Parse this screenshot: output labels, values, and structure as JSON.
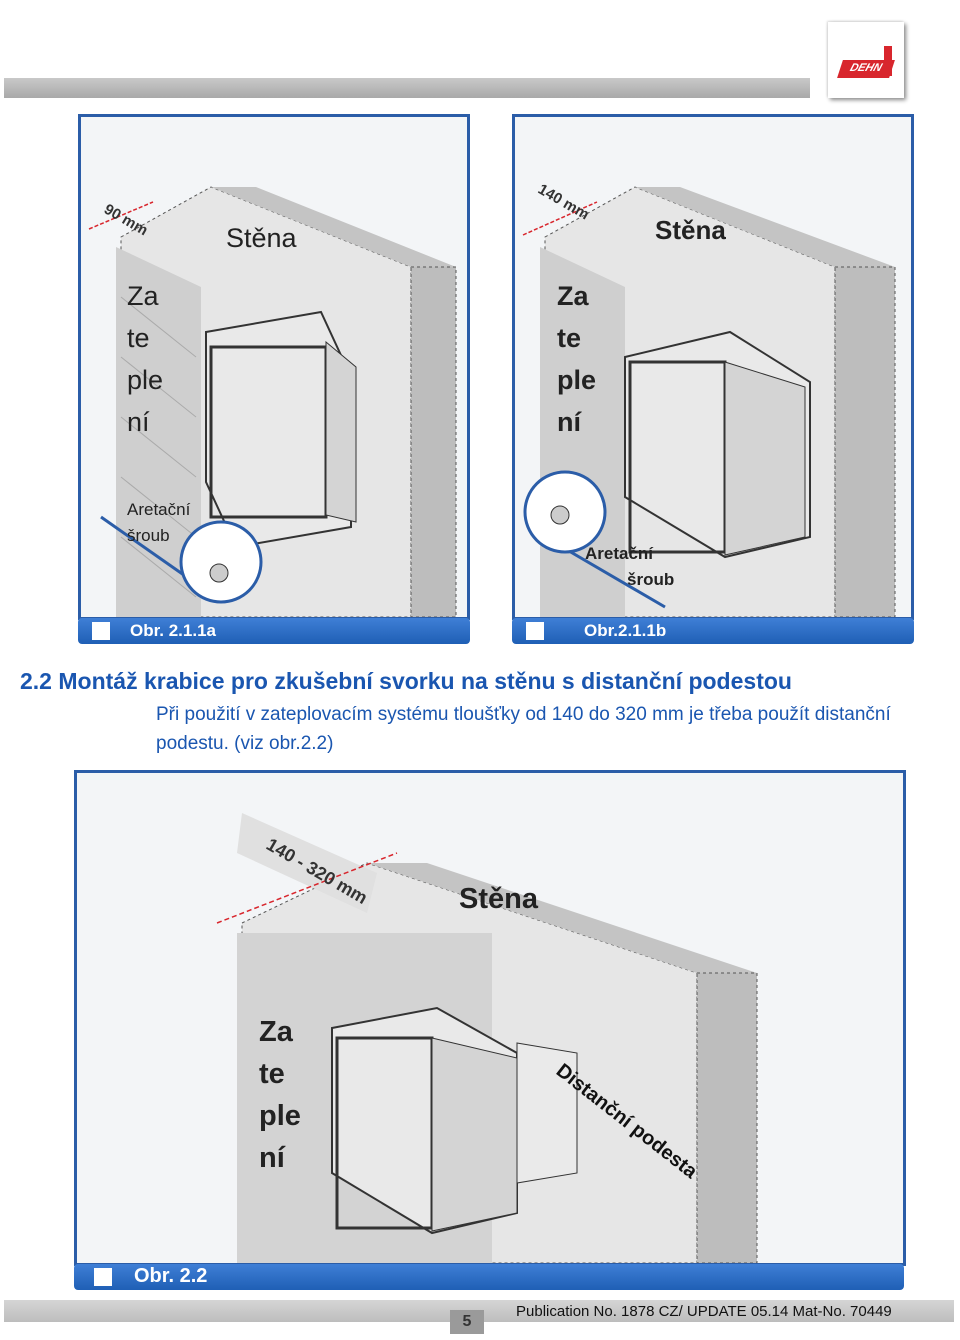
{
  "logo": {
    "text": "DEHN"
  },
  "figure_a": {
    "caption": "Obr. 2.1.1a",
    "dimension": "90 mm",
    "wall": "Stěna",
    "insulation": [
      "Za",
      "te",
      "ple",
      "ní"
    ],
    "screw": [
      "Aretační",
      "šroub"
    ]
  },
  "figure_b": {
    "caption": "Obr.2.1.1b",
    "dimension": "140 mm",
    "wall": "Stěna",
    "insulation": [
      "Za",
      "te",
      "ple",
      "ní"
    ],
    "screw": [
      "Aretační",
      "šroub"
    ]
  },
  "section": {
    "heading": "2.2 Montáž krabice pro zkušební svorku na stěnu s distanční podestou",
    "paragraph": "Při použití v zateplovacím systému tloušťky od 140 do 320 mm je třeba použít distanční podestu. (viz obr.2.2)"
  },
  "figure_c": {
    "caption": "Obr. 2.2",
    "dimension": "140 - 320 mm",
    "wall": "Stěna",
    "insulation": [
      "Za",
      "te",
      "ple",
      "ní"
    ],
    "spacer": "Distanční podesta"
  },
  "footer": {
    "page": "5",
    "publication": "Publication No. 1878 CZ/ UPDATE 05.14 Mat-No. 70449"
  }
}
